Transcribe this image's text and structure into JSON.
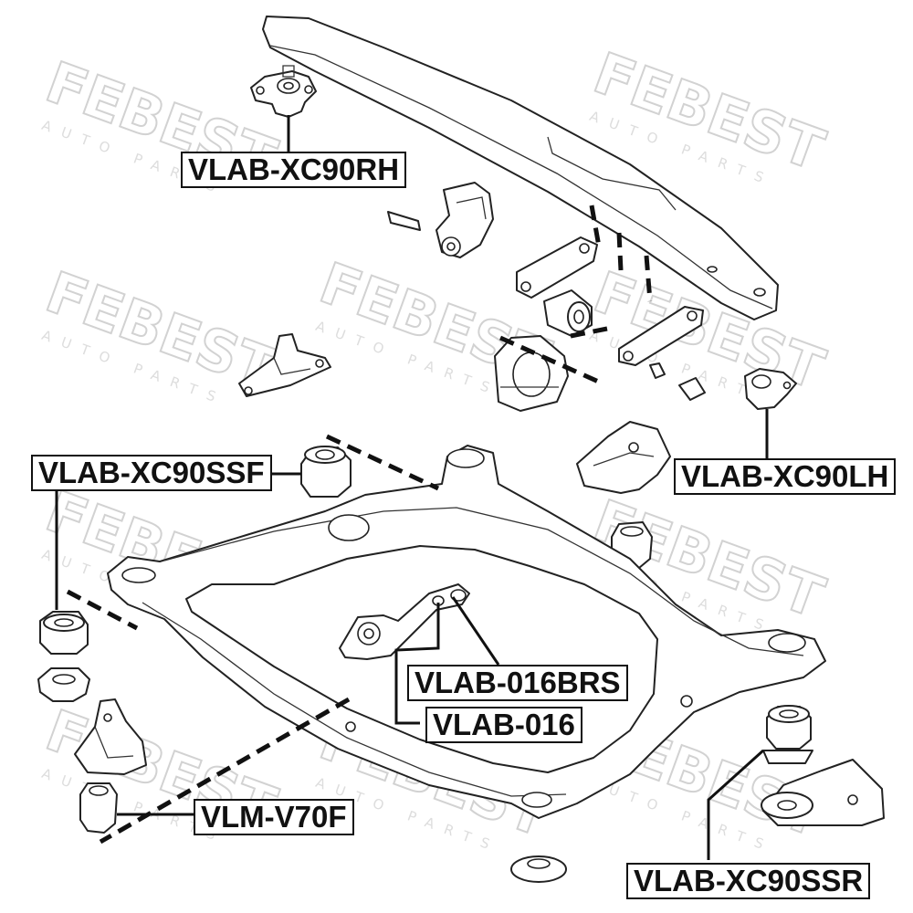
{
  "watermark": {
    "brand": "FEBEST",
    "sub": "AUTO PARTS"
  },
  "callouts": [
    {
      "id": "xc90rh",
      "text": "VLAB-XC90RH"
    },
    {
      "id": "xc90lh",
      "text": "VLAB-XC90LH"
    },
    {
      "id": "xc90ssf",
      "text": "VLAB-XC90SSF"
    },
    {
      "id": "016brs",
      "text": "VLAB-016BRS"
    },
    {
      "id": "016",
      "text": "VLAB-016"
    },
    {
      "id": "v70f",
      "text": "VLM-V70F"
    },
    {
      "id": "xc90ssr",
      "text": "VLAB-XC90SSR"
    }
  ]
}
